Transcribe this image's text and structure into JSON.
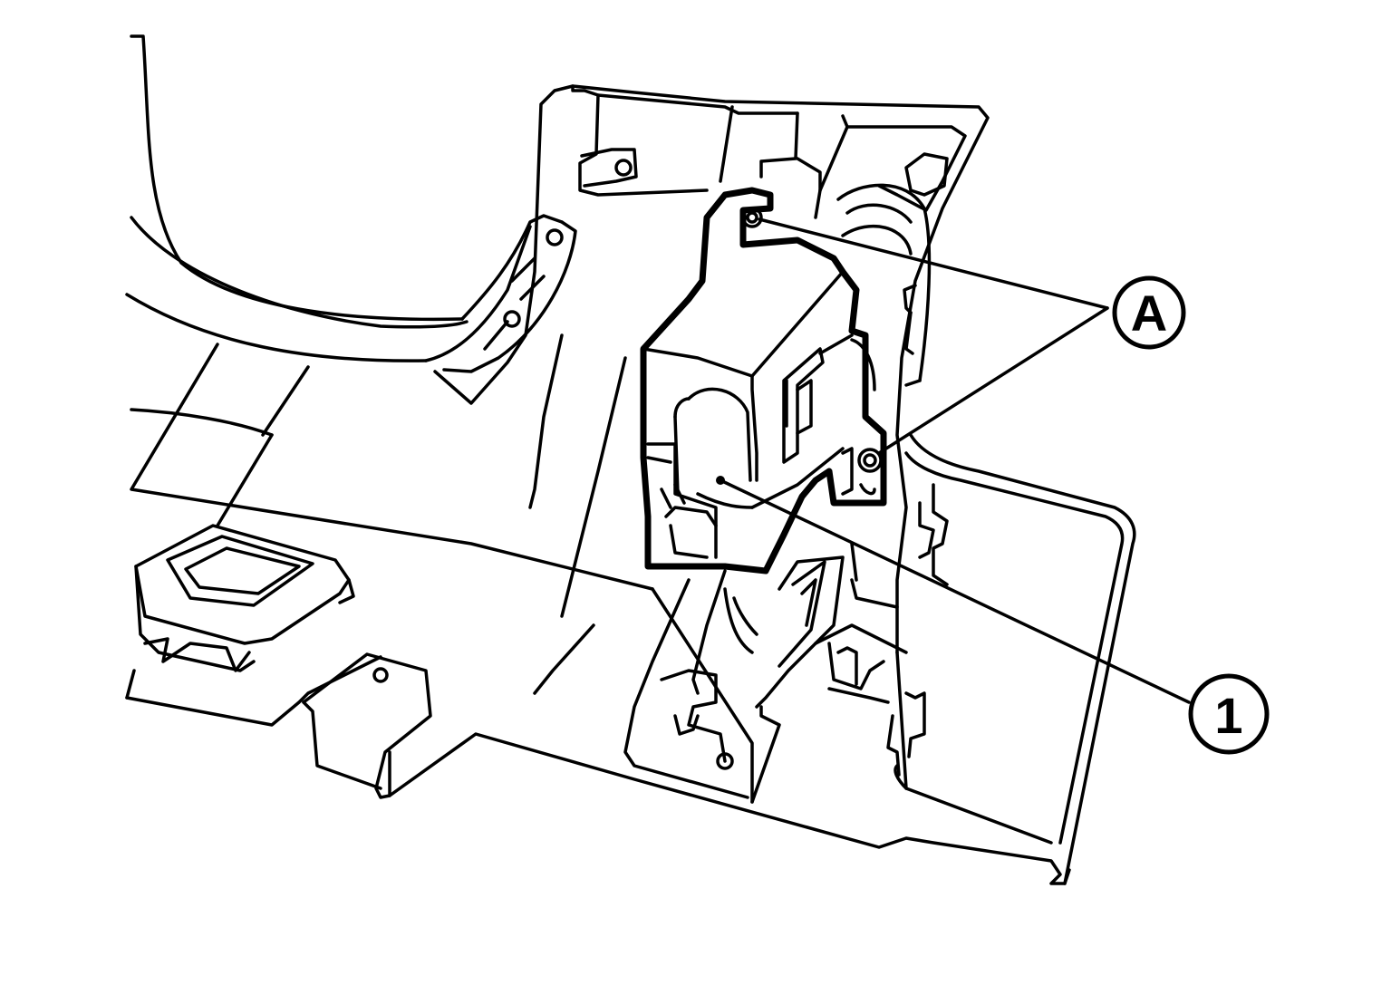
{
  "diagram": {
    "callouts": [
      {
        "id": "A",
        "label": "A",
        "refers_to": "bracket-bolts"
      },
      {
        "id": "1",
        "label": "1",
        "refers_to": "control-unit"
      }
    ],
    "colors": {
      "line": "#000000",
      "background": "#ffffff",
      "screen_tone": "#000000"
    }
  }
}
